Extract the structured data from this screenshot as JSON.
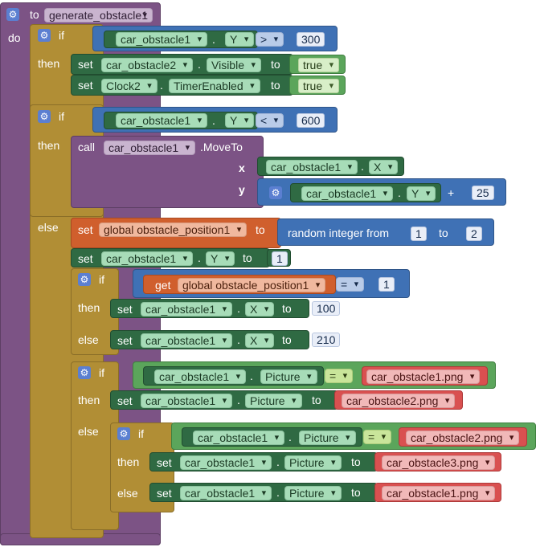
{
  "proc": {
    "to": "to",
    "name": "generate_obstacle1",
    "do": "do"
  },
  "kw": {
    "if": "if",
    "then": "then",
    "else": "else",
    "set": "set",
    "call": "call",
    "to": "to",
    "get": "get",
    "dot": "."
  },
  "b1": {
    "comp": "car_obstacle1",
    "prop": "Y",
    "op": ">",
    "value": "300"
  },
  "s1": {
    "comp": "car_obstacle2",
    "prop": "Visible",
    "value": "true"
  },
  "s2": {
    "comp": "Clock2",
    "prop": "TimerEnabled",
    "value": "true"
  },
  "b2": {
    "comp": "car_obstacle1",
    "prop": "Y",
    "op": "<",
    "value": "600"
  },
  "call1": {
    "comp": "car_obstacle1",
    "method": ".MoveTo",
    "x_label": "x",
    "y_label": "y",
    "x_comp": "car_obstacle1",
    "x_prop": "X",
    "y_comp": "car_obstacle1",
    "y_prop": "Y",
    "plus": "+",
    "add": "25"
  },
  "sg": {
    "var": "global obstacle_position1",
    "rand_label": "random integer from",
    "from": "1",
    "to": "2"
  },
  "sy": {
    "comp": "car_obstacle1",
    "prop": "Y",
    "value": "1"
  },
  "b3": {
    "var": "global obstacle_position1",
    "op": "=",
    "value": "1"
  },
  "sx1": {
    "comp": "car_obstacle1",
    "prop": "X",
    "value": "100"
  },
  "sx2": {
    "comp": "car_obstacle1",
    "prop": "X",
    "value": "210"
  },
  "b4": {
    "comp": "car_obstacle1",
    "prop": "Picture",
    "op": "=",
    "value": "car_obstacle1.png"
  },
  "sp1": {
    "comp": "car_obstacle1",
    "prop": "Picture",
    "value": "car_obstacle2.png"
  },
  "b5": {
    "comp": "car_obstacle1",
    "prop": "Picture",
    "op": "=",
    "value": "car_obstacle2.png"
  },
  "sp2": {
    "comp": "car_obstacle1",
    "prop": "Picture",
    "value": "car_obstacle3.png"
  },
  "sp3": {
    "comp": "car_obstacle1",
    "prop": "Picture",
    "value": "car_obstacle1.png"
  },
  "icons": {
    "mutator": "gear-icon",
    "dropdown": "chevron-down-icon"
  },
  "colors": {
    "procedure": "#7c5385",
    "control": "#b18e35",
    "math": "#3f71b5",
    "logic": "#5ba55b",
    "component": "#2f6a43",
    "variable": "#d05f2d",
    "text": "#d95050"
  }
}
